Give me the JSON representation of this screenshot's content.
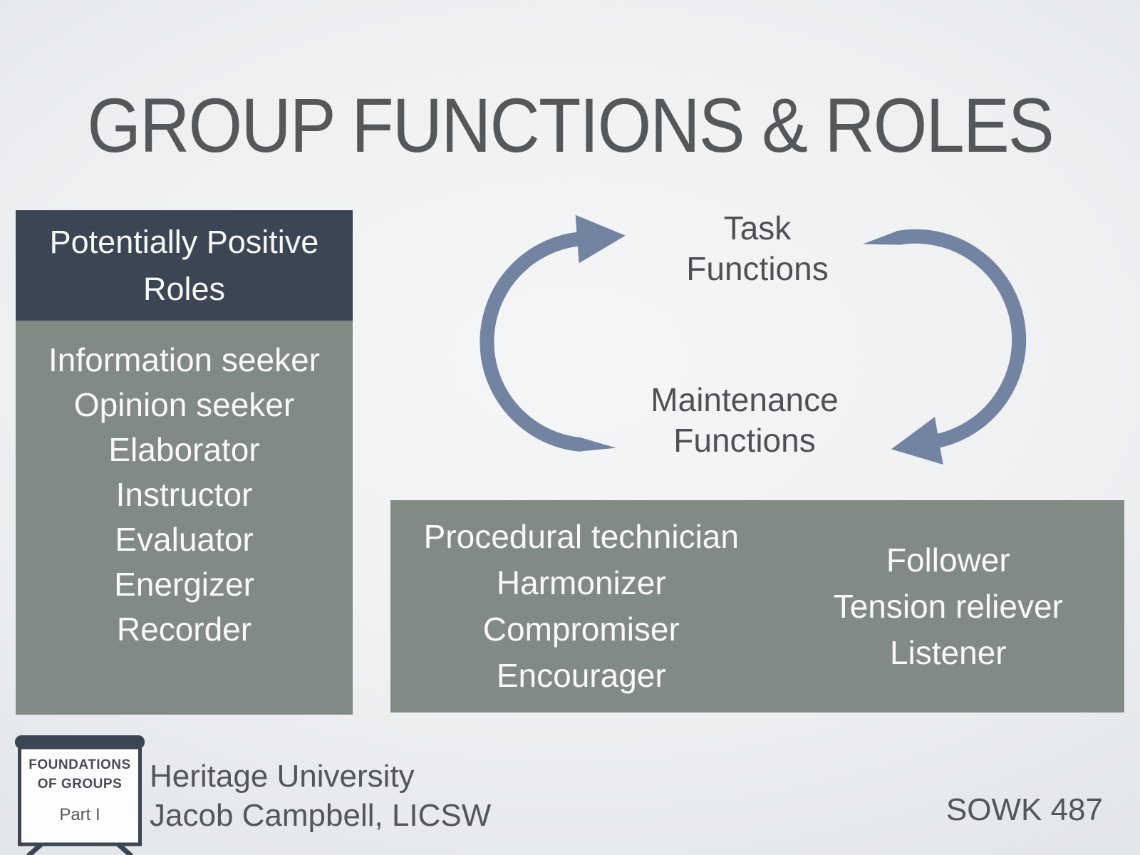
{
  "slide": {
    "title": "GROUP FUNCTIONS & ROLES"
  },
  "positive_panel": {
    "header": "Potentially Positive Roles",
    "items": [
      "Information seeker",
      "Opinion seeker",
      "Elaborator",
      "Instructor",
      "Evaluator",
      "Energizer",
      "Recorder"
    ]
  },
  "cycle": {
    "top_label": "Task\nFunctions",
    "bottom_label": "Maintenance\nFunctions"
  },
  "bottom_panel": {
    "left_items": [
      "Procedural technician",
      "Harmonizer",
      "Compromiser",
      "Encourager"
    ],
    "right_items": [
      "Follower",
      "Tension reliever",
      "Listener"
    ]
  },
  "badge": {
    "title": "FOUNDATIONS\nOF GROUPS",
    "part": "Part I"
  },
  "footer": {
    "institution": "Heritage University",
    "author": "Jacob Campbell, LICSW",
    "course": "SOWK 487"
  },
  "colors": {
    "panel_header_bg": "#3c4553",
    "panel_body_bg": "#828a86",
    "arrow": "#7384a2",
    "dark_text": "#55585b",
    "light_text": "#f8f9f8"
  }
}
